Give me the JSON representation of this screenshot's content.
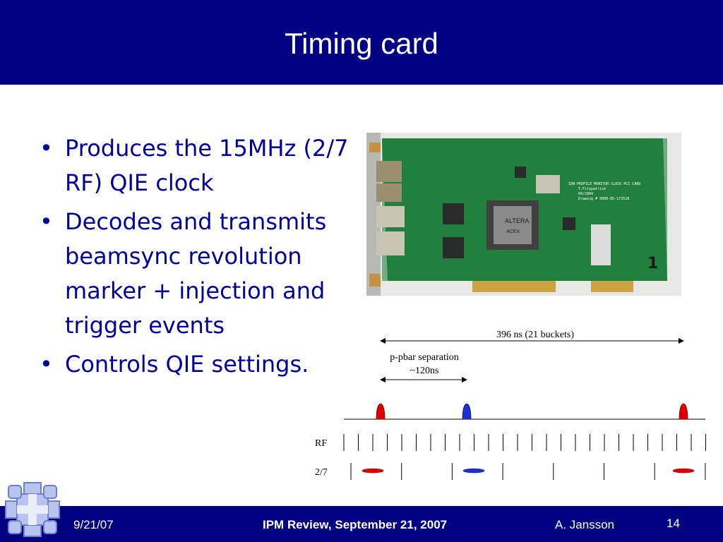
{
  "slide": {
    "title": "Timing card",
    "bullets": [
      "Produces the 15MHz (2/7 RF) QIE clock",
      "Decodes and transmits beamsync revolution marker + injection and trigger events",
      "Controls QIE settings."
    ],
    "bullet_glyph": "•"
  },
  "photo": {
    "silkscreen_lines": [
      "ION PROFILE MONITOR CLOCK PCI CARD",
      "T.Fitzpatrick",
      "04/2004",
      "Drawing # 0000-ED-173518"
    ],
    "chip_brand": "ALTERA",
    "chip_label": "ACEX",
    "handwritten_mark": "1"
  },
  "diagram": {
    "span_label": "396 ns (21 buckets)",
    "separation_label_1": "p-pbar separation",
    "separation_label_2": "~120ns",
    "rf_label": "RF",
    "two_seven_label": "2/7",
    "colors": {
      "proton": "#dd0000",
      "pbar": "#1f2fd0"
    }
  },
  "footer": {
    "date": "9/21/07",
    "event": "IPM Review, September 21, 2007",
    "author": "A. Jansson",
    "page": "14"
  }
}
